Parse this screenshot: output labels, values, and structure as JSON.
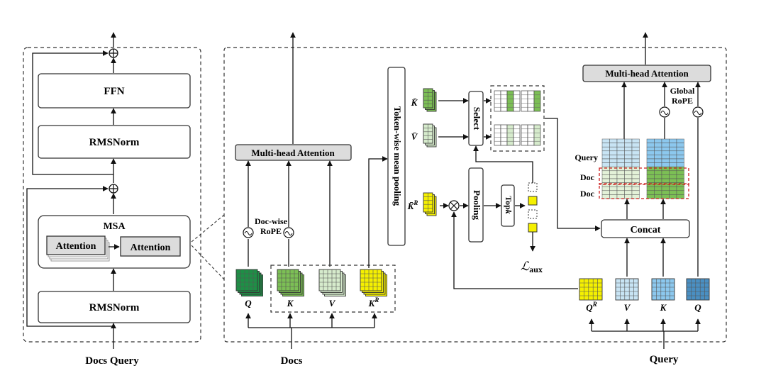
{
  "left_block": {
    "ffn": "FFN",
    "rmsnorm_top": "RMSNorm",
    "msa": "MSA",
    "attention_a": "Attention",
    "attention_b": "Attention",
    "rmsnorm_bottom": "RMSNorm",
    "input_label": "Docs Query"
  },
  "middle_block": {
    "mha": "Multi-head Attention",
    "rope_label_1": "Doc-wise",
    "rope_label_2": "RoPE",
    "q": "Q",
    "k": "K",
    "v": "V",
    "kr": "K",
    "kr_sup": "R",
    "pooling_vertical": "Token-wise mean pooling",
    "docs_label": "Docs"
  },
  "selection_block": {
    "k_bar": "K̄",
    "v_bar": "V̄",
    "kr_bar": "K̄",
    "kr_bar_sup": "R",
    "select": "Select",
    "pooling": "Pooling",
    "topk_1": "Top",
    "topk_2": "k",
    "loss": "ℒ",
    "loss_sub": "aux"
  },
  "right_block": {
    "mha": "Multi-head Attention",
    "rope_label_1": "Global",
    "rope_label_2": "RoPE",
    "row_query": "Query",
    "row_doc_1": "Doc",
    "row_doc_2": "Doc",
    "concat": "Concat",
    "qr": "Q",
    "qr_sup": "R",
    "v": "V",
    "k": "K",
    "q": "Q",
    "query_label": "Query"
  },
  "colors": {
    "q_green": "#1e8f46",
    "k_green": "#7cbf55",
    "v_green": "#d6ebcc",
    "kr_yellow": "#f5f000",
    "light_blue": "#c8e4f4",
    "mid_blue": "#8cc8ee",
    "dark_blue": "#4a8fc2",
    "doc_green": "#e3f1d8",
    "red_dash": "#cc1f1f"
  }
}
